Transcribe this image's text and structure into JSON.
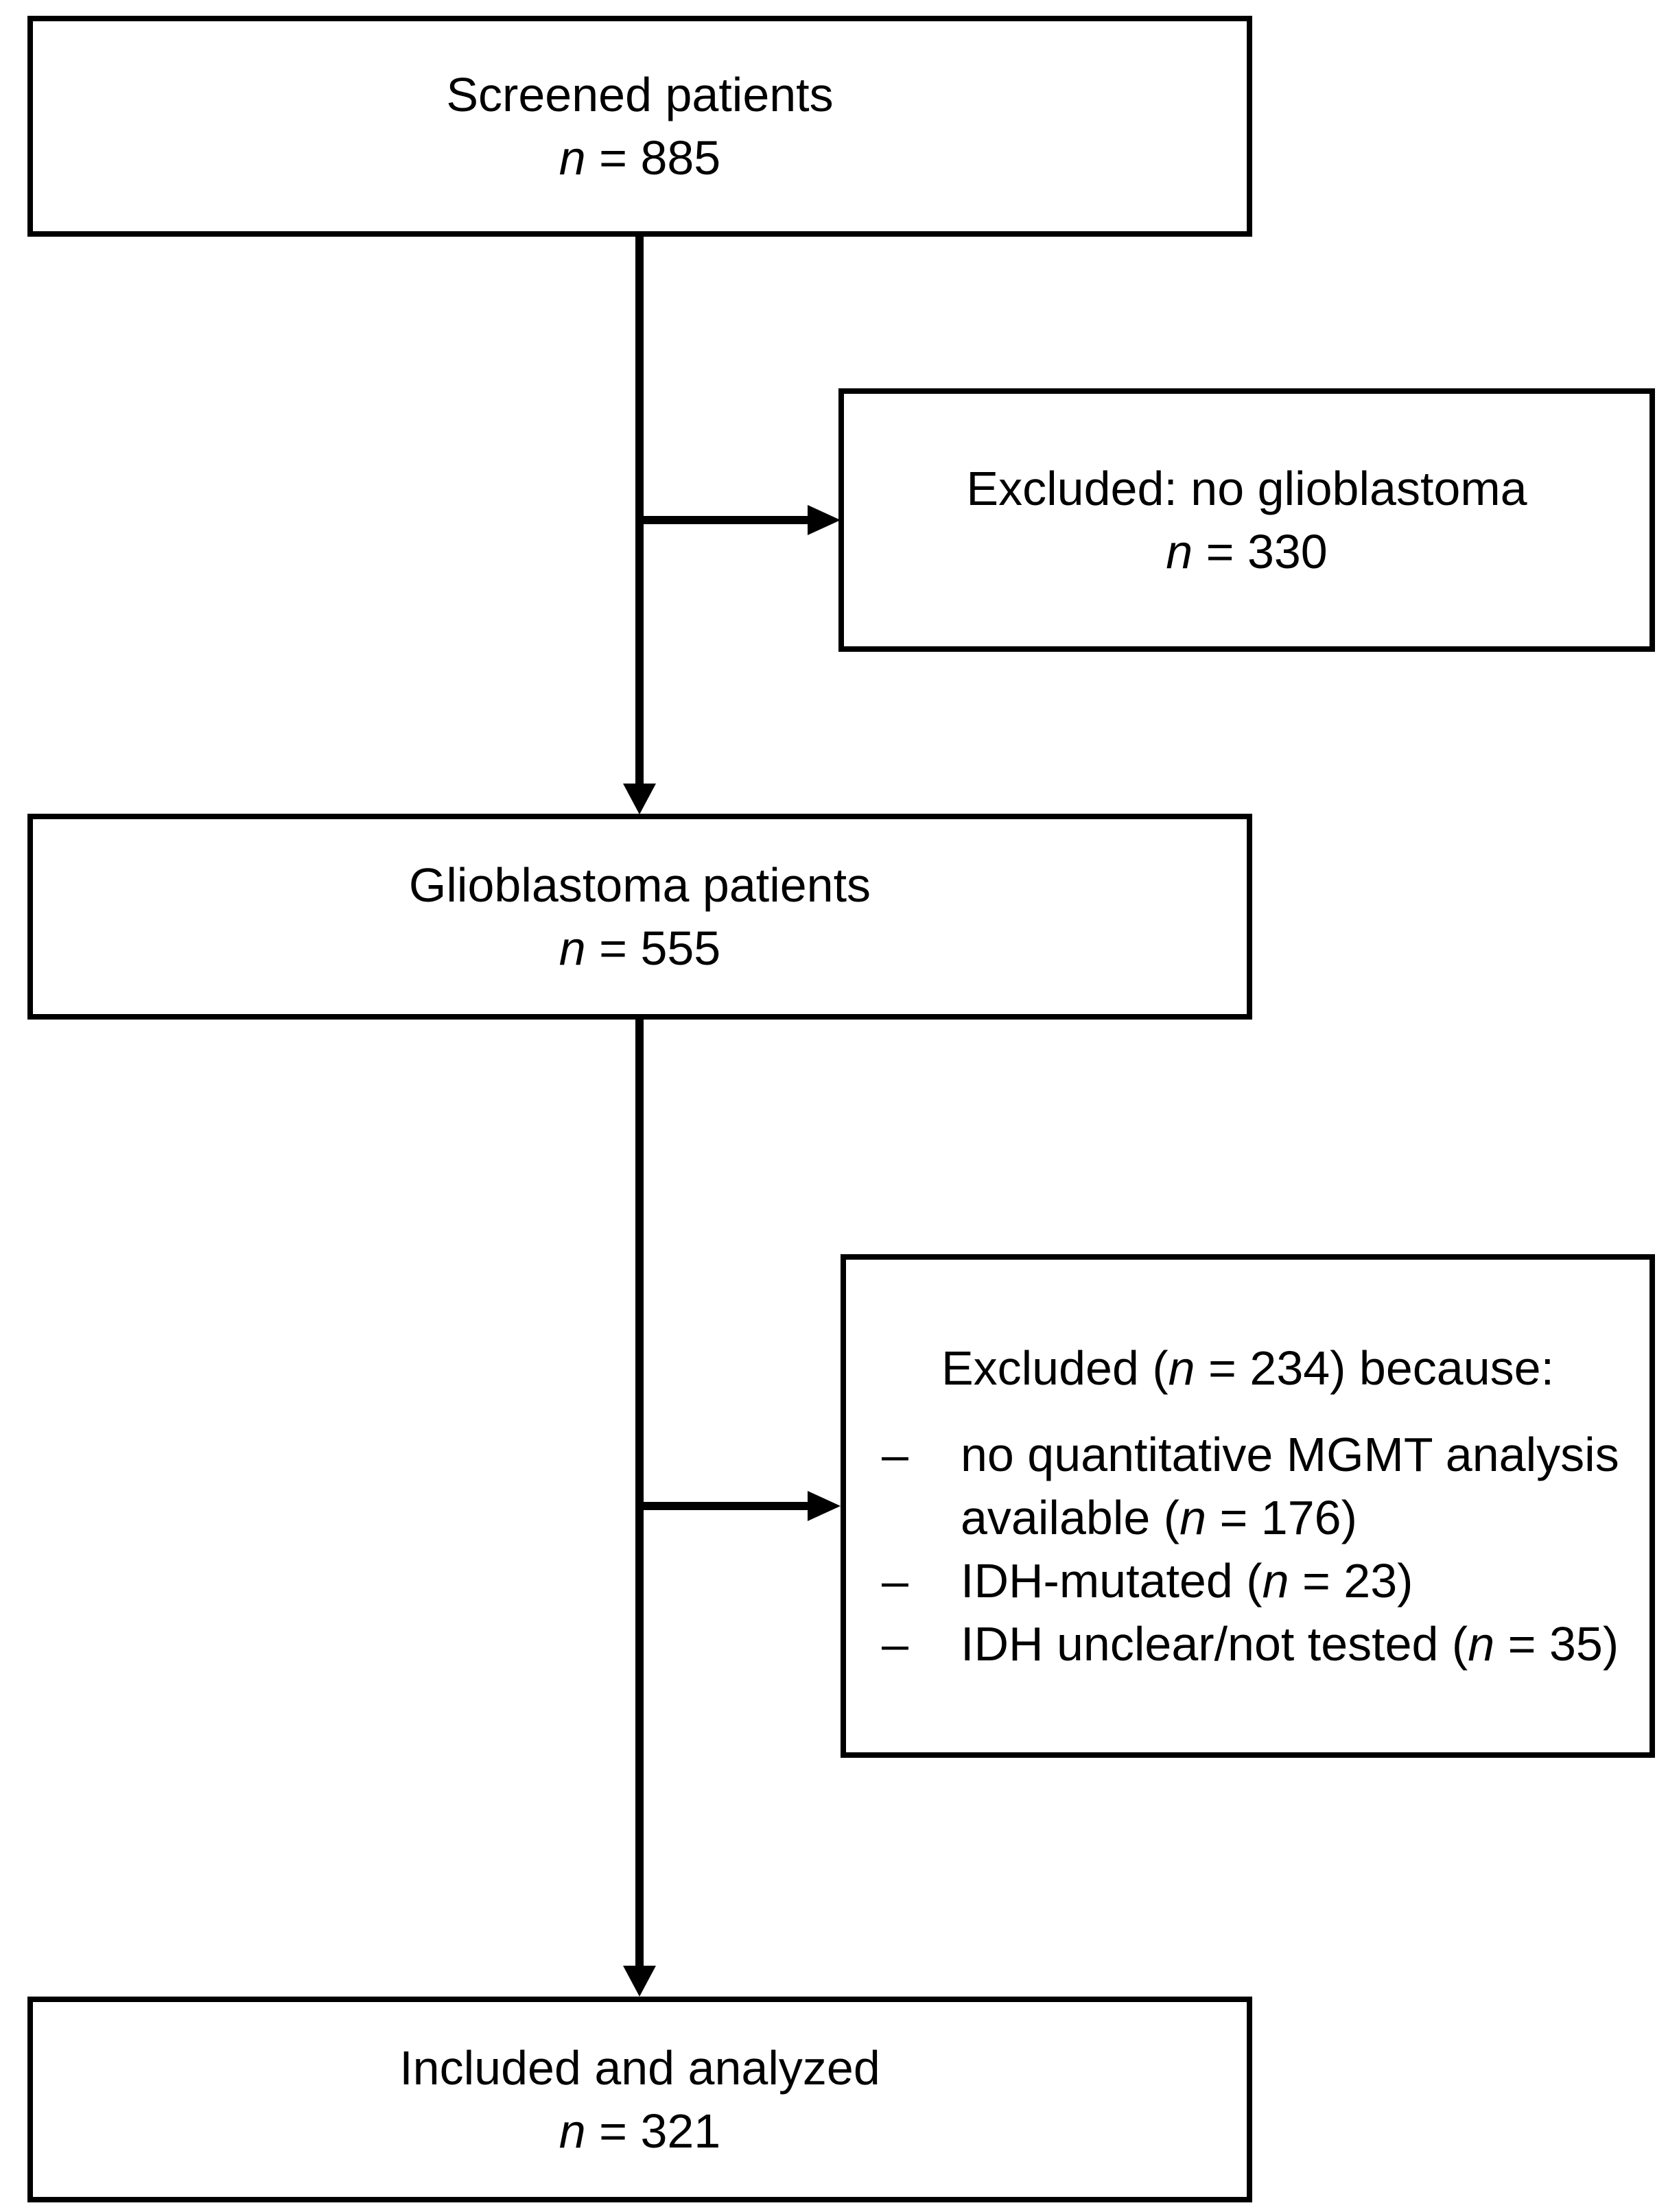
{
  "figure": {
    "type": "patient-flow-diagram",
    "background_color": "#ffffff",
    "line_color": "#000000"
  },
  "boxes": {
    "screened": {
      "line1": "Screened patients",
      "n": "n",
      "n_rest": " = 885"
    },
    "excluded_no_glioblastoma": {
      "line1": "Excluded: no glioblastoma",
      "n": "n",
      "n_rest": " = 330"
    },
    "glioblastoma": {
      "line1": "Glioblastoma patients",
      "n": "n",
      "n_rest": " = 555"
    },
    "excluded_detail": {
      "heading_pre": "Excluded (",
      "heading_n": "n",
      "heading_post": " = 234) because:",
      "bullet_marker": "–",
      "bullets": [
        {
          "pre": "no quantitative MGMT analysis available (",
          "n": "n",
          "post": " = 176)"
        },
        {
          "pre": "IDH-mutated (",
          "n": "n",
          "post": " = 23)"
        },
        {
          "pre": "IDH unclear/not tested (",
          "n": "n",
          "post": " = 35)"
        }
      ]
    },
    "included": {
      "line1": "Included and analyzed",
      "n": "n",
      "n_rest": " = 321"
    }
  }
}
